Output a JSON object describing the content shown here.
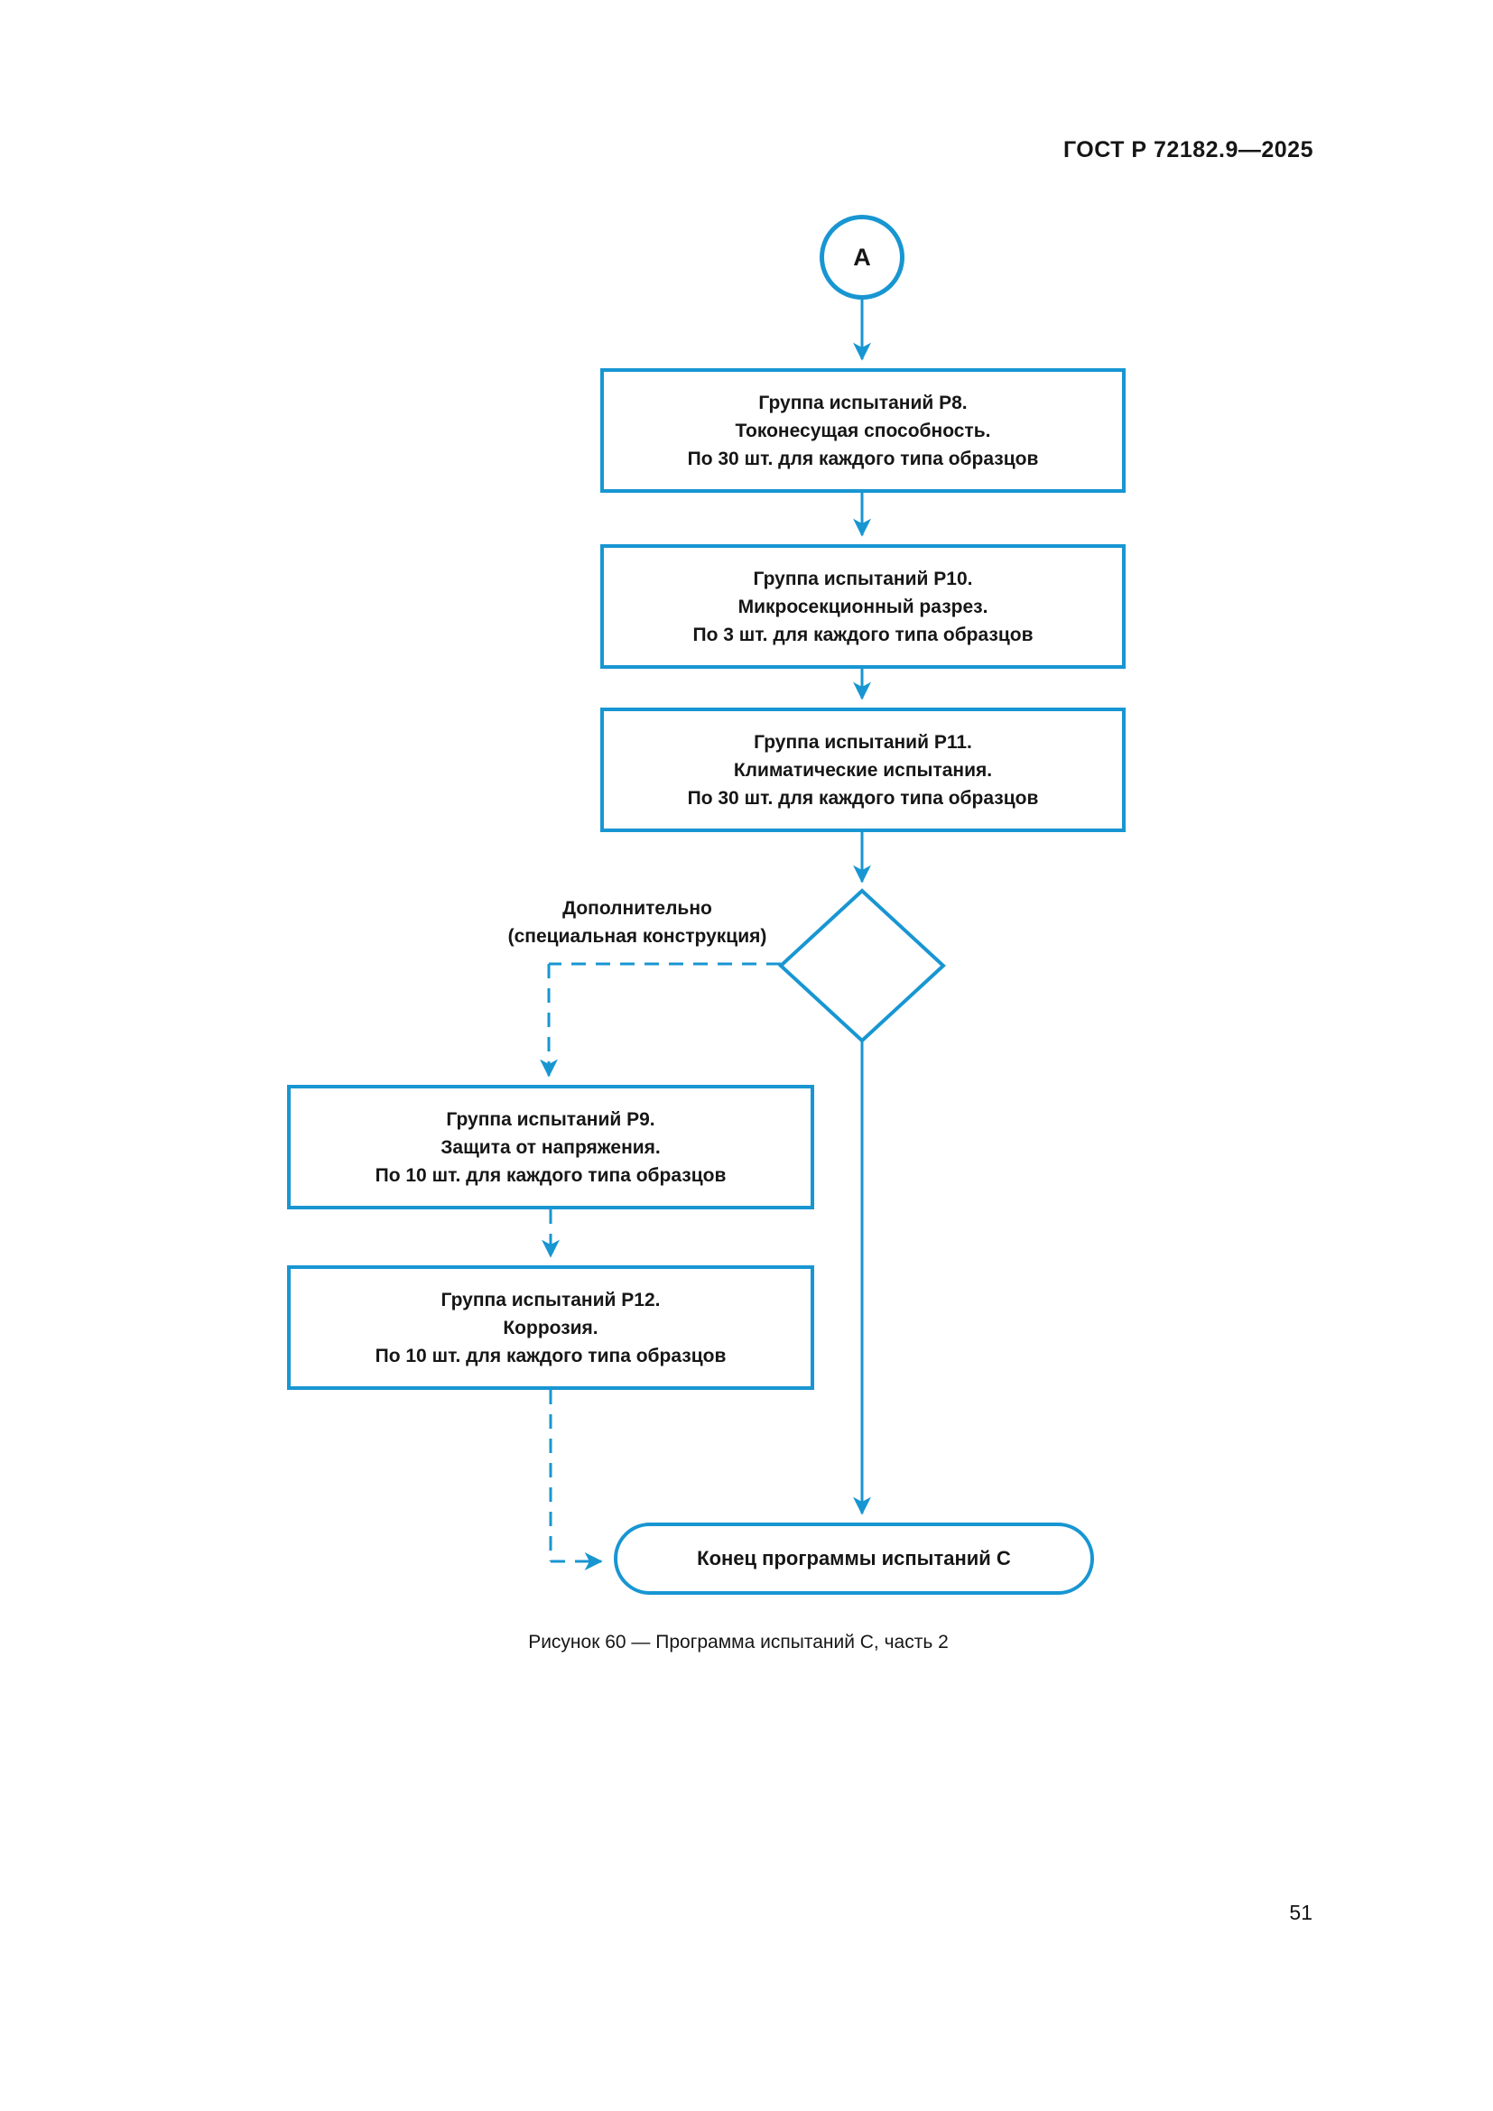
{
  "page": {
    "header": "ГОСТ Р 72182.9—2025",
    "caption": "Рисунок 60 — Программа испытаний С, часть 2",
    "page_number": "51"
  },
  "colors": {
    "accent": "#1896d2",
    "text": "#161616"
  },
  "flowchart": {
    "connector": {
      "label": "А"
    },
    "nodes": {
      "p8": {
        "line1": "Группа испытаний Р8.",
        "line2": "Токонесущая способность.",
        "line3": "По 30 шт. для каждого типа образцов"
      },
      "p10": {
        "line1": "Группа испытаний Р10.",
        "line2": "Микросекционный разрез.",
        "line3": "По 3 шт. для каждого типа образцов"
      },
      "p11": {
        "line1": "Группа испытаний Р11.",
        "line2": "Климатические испытания.",
        "line3": "По 30 шт. для каждого типа образцов"
      },
      "p9": {
        "line1": "Группа испытаний Р9.",
        "line2": "Защита от напряжения.",
        "line3": "По 10 шт. для каждого типа образцов"
      },
      "p12": {
        "line1": "Группа испытаний Р12.",
        "line2": "Коррозия.",
        "line3": "По 10 шт. для каждого типа образцов"
      },
      "end": {
        "label": "Конец программы испытаний С"
      }
    },
    "decision_branch_label": {
      "line1": "Дополнительно",
      "line2": "(специальная конструкция)"
    }
  }
}
